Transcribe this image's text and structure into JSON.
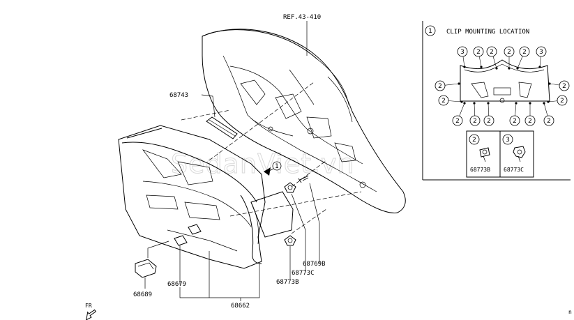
{
  "ref_label": "REF.43-410",
  "inset": {
    "marker": "1",
    "title": "CLIP MOUNTING LOCATION",
    "clip_b": {
      "marker": "2",
      "part": "68773B"
    },
    "clip_c": {
      "marker": "3",
      "part": "68773C"
    },
    "location_markers": [
      "3",
      "2",
      "2",
      "2",
      "2",
      "3",
      "2",
      "2",
      "2",
      "2",
      "2",
      "2",
      "2",
      "2",
      "2",
      "2"
    ]
  },
  "parts": {
    "p68743": "68743",
    "p68769B": "68769B",
    "p68773C": "68773C",
    "p68773B": "68773B",
    "p68679": "68679",
    "p68689": "68689",
    "p68662": "68662"
  },
  "view_marker": "1",
  "direction": "FR",
  "watermark": "SedanViet.vn",
  "corner_mark": "n"
}
